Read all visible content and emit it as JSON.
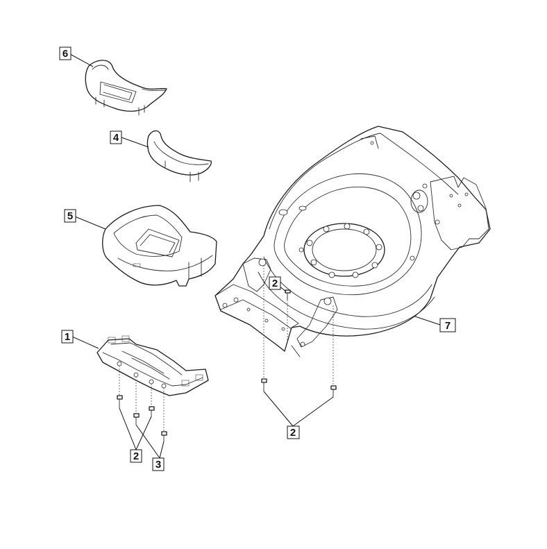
{
  "callouts": {
    "c6": "6",
    "c4": "4",
    "c5": "5",
    "c1": "1",
    "c2_screw": "2",
    "c7": "7",
    "c2_left": "2",
    "c3": "3",
    "c2_right": "2"
  }
}
